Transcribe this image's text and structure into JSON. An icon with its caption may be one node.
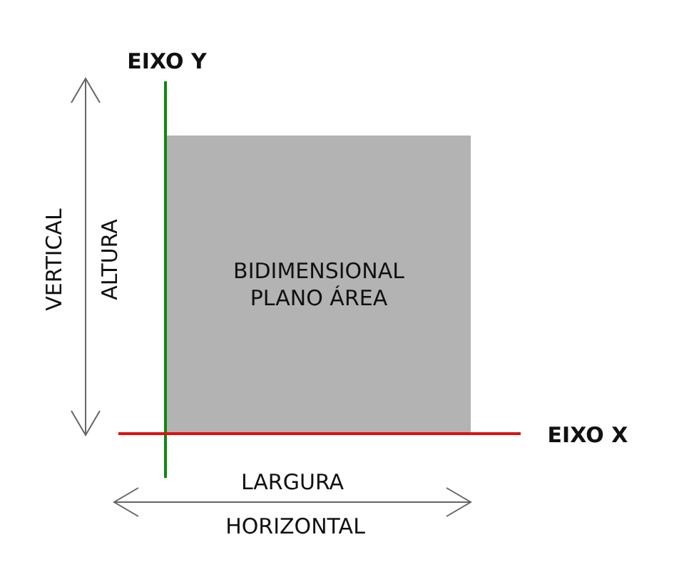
{
  "diagram": {
    "nodes": [
      {
        "text": [
          "BIDIMENSIONAL PLANO ÁREA"
        ]
      }
    ],
    "labels": [
      "EIXO Y",
      "VERTICAL",
      "ALTURA",
      "EIXO X",
      "LARGURA",
      "HORIZONTAL"
    ]
  }
}
